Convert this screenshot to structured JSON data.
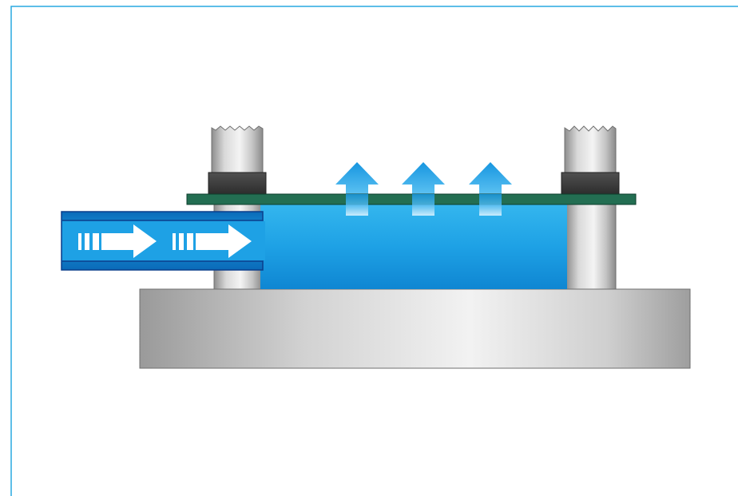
{
  "diagram": {
    "type": "schematic",
    "components": [
      {
        "id": "base-plate",
        "kind": "base"
      },
      {
        "id": "left-standoff",
        "kind": "standoff"
      },
      {
        "id": "right-standoff",
        "kind": "standoff"
      },
      {
        "id": "circuit-board",
        "kind": "pcb"
      },
      {
        "id": "inlet-duct",
        "kind": "duct"
      },
      {
        "id": "air-chamber",
        "kind": "plenum"
      }
    ],
    "flows": {
      "inlet": {
        "direction": "right",
        "count": 2
      },
      "outlet": {
        "direction": "up",
        "count": 3
      }
    },
    "colors": {
      "frame_border": "#29a9e1",
      "air": "#1ea1e5",
      "air_light": "#7fd0f6",
      "air_dark": "#0a6ab8",
      "duct_outline": "#0b3e8c",
      "pcb": "#236e52",
      "pcb_edge": "#0e3e2c",
      "metal_light": "#f4f4f4",
      "metal_mid": "#c8c8c8",
      "metal_dark": "#8d8d8d",
      "spacer": "#3c3c3c",
      "arrow": "#ffffff"
    }
  }
}
